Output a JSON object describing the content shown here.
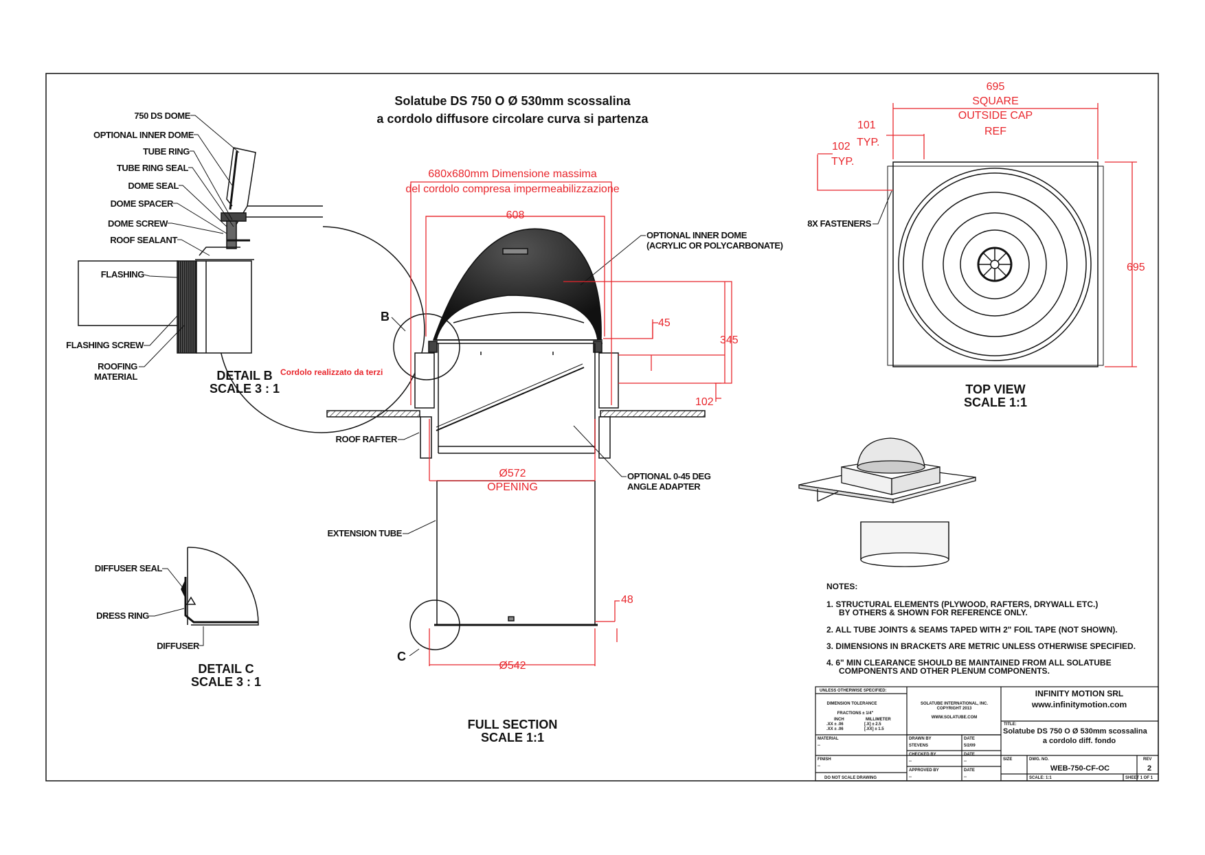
{
  "drawing": {
    "title_line1": "Solatube DS 750 O Ø 530mm scossalina",
    "title_line2": "a cordolo diffusore circolare curva si partenza",
    "red_note_line1": "680x680mm Dimensione massima",
    "red_note_line2": "del cordolo compresa impermeabilizzazione",
    "cordolo_note": "Cordolo realizzato da terzi"
  },
  "detail_b": {
    "labels": [
      "750 DS DOME",
      "OPTIONAL INNER DOME",
      "TUBE RING",
      "TUBE RING SEAL",
      "DOME SEAL",
      "DOME SPACER",
      "DOME SCREW",
      "ROOF SEALANT",
      "FLASHING",
      "FLASHING SCREW",
      "ROOFING",
      "MATERIAL"
    ],
    "caption1": "DETAIL B",
    "caption2": "SCALE 3 : 1"
  },
  "detail_c": {
    "labels": [
      "DIFFUSER SEAL",
      "DRESS RING",
      "DIFFUSER"
    ],
    "caption1": "DETAIL C",
    "caption2": "SCALE 3 : 1"
  },
  "section": {
    "dim_608": "608",
    "dim_45": "45",
    "dim_345": "345",
    "dim_102": "102",
    "dim_572": "Ø572",
    "opening": "OPENING",
    "dim_48": "48",
    "dim_542": "Ø542",
    "marker_b": "B",
    "marker_c": "C",
    "inner_dome_1": "OPTIONAL INNER DOME",
    "inner_dome_2": "(ACRYLIC OR POLYCARBONATE)",
    "roof_rafter": "ROOF RAFTER",
    "adapter_1": "OPTIONAL 0-45 DEG",
    "adapter_2": "ANGLE ADAPTER",
    "extension_tube": "EXTENSION TUBE",
    "caption1": "FULL SECTION",
    "caption2": "SCALE 1:1"
  },
  "top_view": {
    "dim_695_top": "695",
    "square_1": "SQUARE",
    "square_2": "OUTSIDE CAP",
    "square_3": "REF",
    "dim_101": "101",
    "typ_1": "TYP.",
    "dim_102": "102",
    "typ_2": "TYP.",
    "fasteners": "8X FASTENERS",
    "dim_695_side": "695",
    "caption1": "TOP VIEW",
    "caption2": "SCALE 1:1"
  },
  "notes": {
    "heading": "NOTES:",
    "n1a": "1. STRUCTURAL ELEMENTS (PLYWOOD, RAFTERS, DRYWALL ETC.)",
    "n1b": "BY OTHERS & SHOWN FOR REFERENCE ONLY.",
    "n2": "2. ALL TUBE JOINTS & SEAMS TAPED WITH 2\" FOIL TAPE (NOT SHOWN).",
    "n3": "3. DIMENSIONS IN BRACKETS ARE METRIC UNLESS OTHERWISE SPECIFIED.",
    "n4a": "4.  6\" MIN CLEARANCE SHOULD BE MAINTAINED FROM ALL SOLATUBE",
    "n4b": "COMPONENTS AND OTHER PLENUM COMPONENTS."
  },
  "title_block": {
    "unless": "UNLESS OTHERWISE SPECIFIED:",
    "dim_tol": "DIMENSION TOLERANCE",
    "fractions": "FRACTIONS ± 1/4\"",
    "inch": "INCH",
    "millimeter": "MILLIMETER",
    "tol_a": ".XX ± .06",
    "tol_b": "[.X] ± 2.5",
    "tol_c": ".XX ± .06",
    "tol_d": "[.XX] ± 1.5",
    "company1": "SOLATUBE INTERNATIONAL, INC.",
    "company2": "COPYRIGHT 2013",
    "company3": "WWW.SOLATUBE.COM",
    "material": "MATERIAL",
    "material_val": "--",
    "finish": "FINISH",
    "finish_val": "--",
    "do_not_scale": "DO NOT SCALE DRAWING",
    "drawn_by": "DRAWN BY",
    "drawn_by_val": "STEVENS",
    "date": "DATE",
    "date_val": "5/2/09",
    "checked_by": "CHECKED BY",
    "checked_val": "--",
    "date2": "DATE",
    "date2_val": "--",
    "approved_by": "APPROVED BY",
    "approved_val": "--",
    "date3": "DATE",
    "date3_val": "--",
    "firm": "INFINITY MOTION SRL",
    "website": "www.infinitymotion.com",
    "title_label": "TITLE:",
    "title_val1": "Solatube DS 750 O Ø 530mm scossalina",
    "title_val2": "a cordolo diff. fondo",
    "size": "SIZE",
    "dwg_no": "DWG. NO.",
    "dwg_val": "WEB-750-CF-OC",
    "rev": "REV",
    "rev_val": "2",
    "scale": "SCALE: 1:1",
    "sheet": "SHEET 1 OF 1"
  },
  "colors": {
    "dimension": "#e8252b",
    "line": "#111111"
  }
}
